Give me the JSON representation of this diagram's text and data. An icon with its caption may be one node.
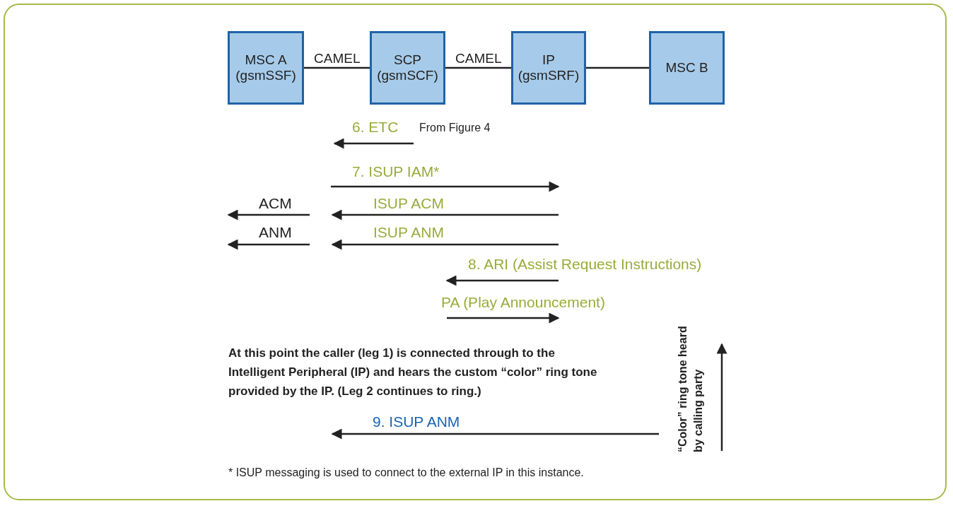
{
  "diagram": {
    "nodes": [
      {
        "text": [
          "MSC A (gsmSSF)"
        ]
      },
      {
        "text": [
          "SCP (gsmSCF)"
        ]
      },
      {
        "text": [
          "IP (gsmSRF)"
        ]
      },
      {
        "text": [
          "MSC B"
        ]
      }
    ],
    "edges": [
      {
        "from": 0,
        "to": 1,
        "arrow": "none",
        "label": "CAMEL"
      },
      {
        "from": 1,
        "to": 2,
        "arrow": "none",
        "label": "CAMEL"
      },
      {
        "from": 2,
        "to": 3,
        "arrow": "none"
      }
    ],
    "labels": [
      "6. ETC",
      "From Figure 4",
      "7. ISUP IAM*",
      "ACM",
      "ISUP ACM",
      "ANM",
      "ISUP ANM",
      "8. ARI (Assist Request Instructions)",
      "PA (Play Announcement)",
      "At this point the caller (leg 1) is connected through to the Intelligent Peripheral (IP) and hears the custom “color” ring tone provided by the IP. (Leg 2 continues to ring.)",
      "9. ISUP ANM",
      "“Color” ring tone heard by calling party",
      "* ISUP messaging is used to connect to the external IP in this instance."
    ]
  }
}
